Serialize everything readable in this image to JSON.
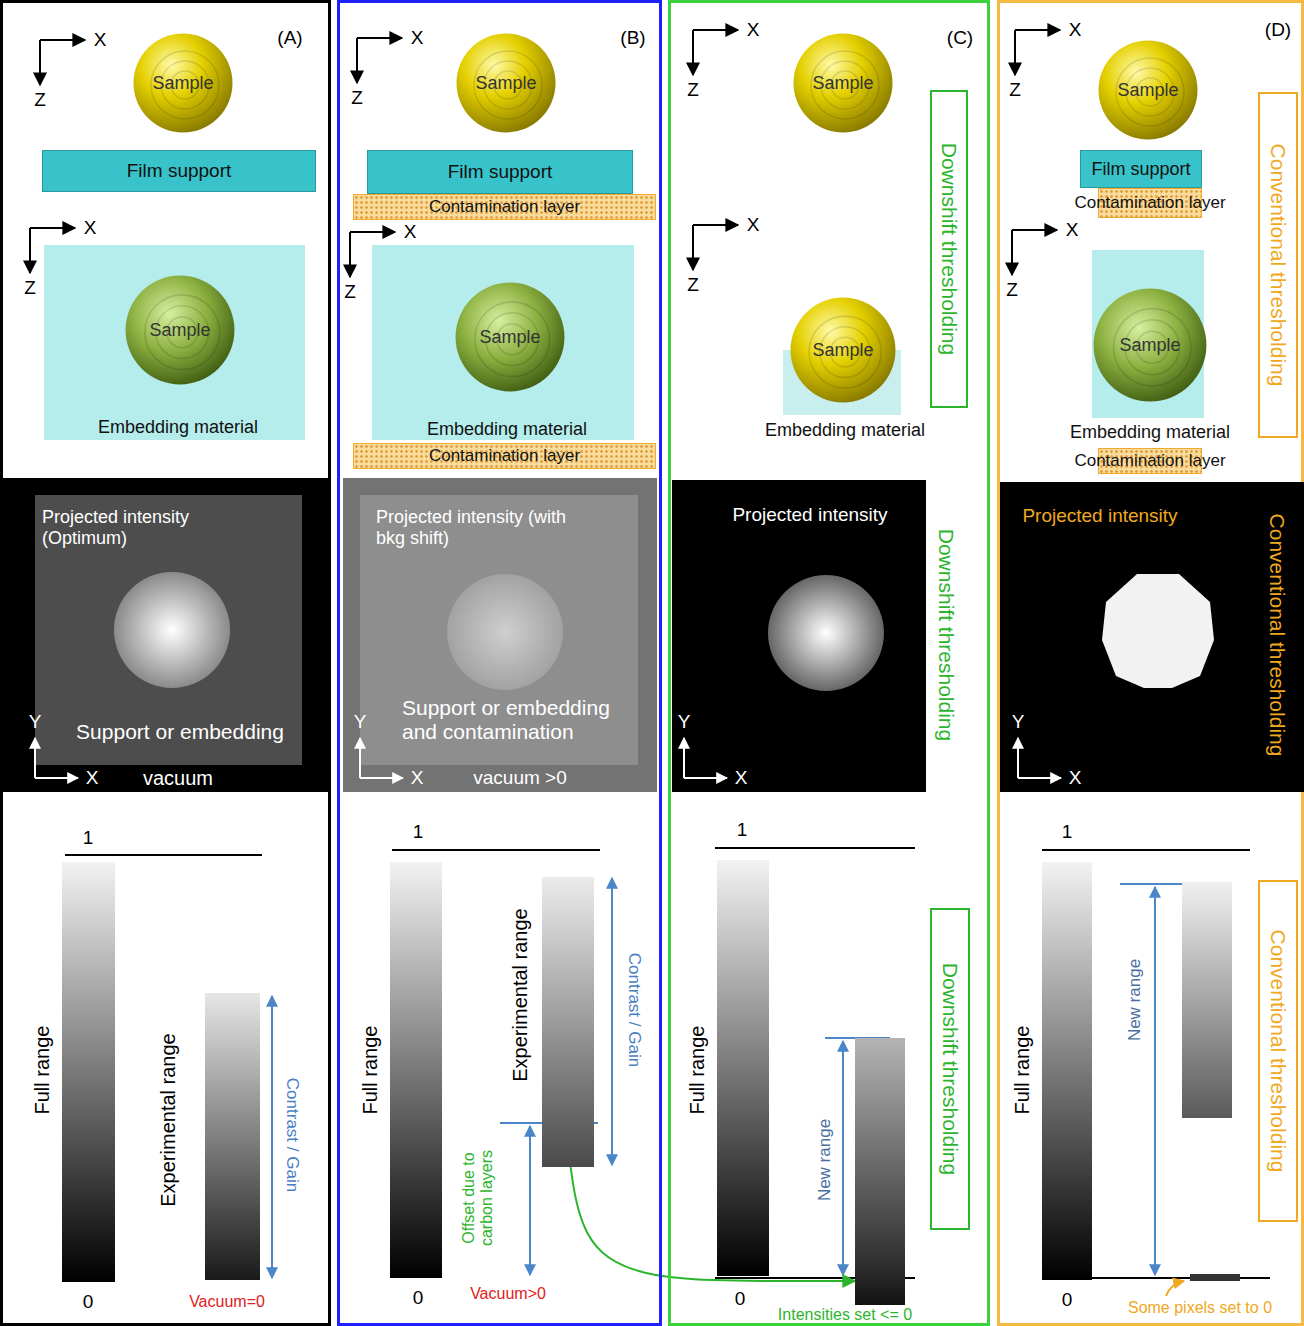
{
  "diagram": {
    "nodes": [
      {
        "text": [
          "(A)"
        ]
      },
      {
        "text": [
          "Sample"
        ],
        "in": 0
      },
      {
        "text": [
          "Film support"
        ],
        "in": 0
      },
      {
        "text": [
          "Embedding material"
        ],
        "in": 0
      },
      {
        "text": [
          "Sample"
        ],
        "in": 3
      },
      {
        "text": [
          "vacuum"
        ],
        "in": 0
      },
      {
        "text": [
          "Projected intensity (Optimum)",
          "Support or embedding"
        ],
        "in": 5
      },
      {
        "text": [
          "Full range"
        ],
        "in": 0
      },
      {
        "text": [
          "Experimental range"
        ],
        "in": 0
      },
      {
        "text": [
          "(B)"
        ]
      },
      {
        "text": [
          "Sample"
        ],
        "in": 9
      },
      {
        "text": [
          "Film support"
        ],
        "in": 9
      },
      {
        "text": [
          "Contamination layer"
        ],
        "in": 9
      },
      {
        "text": [
          "Embedding material"
        ],
        "in": 9
      },
      {
        "text": [
          "Sample"
        ],
        "in": 13
      },
      {
        "text": [
          "Contamination layer"
        ],
        "in": 9
      },
      {
        "text": [
          "vacuum >0"
        ],
        "in": 9
      },
      {
        "text": [
          "Projected intensity (with bkg shift)",
          "Support or embedding and contamination"
        ],
        "in": 16
      },
      {
        "text": [
          "Full range"
        ],
        "in": 9
      },
      {
        "text": [
          "Experimental range"
        ],
        "in": 9
      },
      {
        "text": [
          "(C)"
        ]
      },
      {
        "text": [
          "Sample"
        ],
        "in": 20
      },
      {
        "text": [
          "Downshift thresholding"
        ],
        "in": 20
      },
      {
        "text": [
          "Embedding material"
        ],
        "in": 20
      },
      {
        "text": [
          "Sample"
        ],
        "in": 20
      },
      {
        "text": [
          "Projected intensity"
        ],
        "in": 20
      },
      {
        "text": [
          "Full range"
        ],
        "in": 20
      },
      {
        "text": [
          "New range"
        ],
        "in": 20
      },
      {
        "text": [
          "Downshift thresholding"
        ],
        "in": 20
      },
      {
        "text": [
          "(D)"
        ]
      },
      {
        "text": [
          "Sample"
        ],
        "in": 29
      },
      {
        "text": [
          "Film support"
        ],
        "in": 29
      },
      {
        "text": [
          "Contamination layer"
        ],
        "in": 29
      },
      {
        "text": [
          "Conventional thresholding"
        ],
        "in": 29
      },
      {
        "text": [
          "Embedding material"
        ],
        "in": 29
      },
      {
        "text": [
          "Sample"
        ],
        "in": 34
      },
      {
        "text": [
          "Contamination layer"
        ],
        "in": 29
      },
      {
        "text": [
          "Projected intensity"
        ],
        "in": 29
      },
      {
        "text": [
          "Full range"
        ],
        "in": 29
      },
      {
        "text": [
          "New range"
        ],
        "in": 29
      },
      {
        "text": [
          "Conventional thresholding"
        ],
        "in": 29
      }
    ],
    "edges": [
      {
        "from": 19,
        "to": 27,
        "arrow": "to"
      }
    ],
    "labels": [
      "X",
      "Z",
      "X",
      "Z",
      "Y",
      "X",
      "1",
      "0",
      "Vacuum=0",
      "Contrast / Gain",
      "X",
      "Z",
      "X",
      "Z",
      "Y",
      "X",
      "1",
      "0",
      "Vacuum>0",
      "Contrast / Gain",
      "Offset due to carbon layers",
      "X",
      "Z",
      "X",
      "Z",
      "Downshift thresholding",
      "Y",
      "X",
      "1",
      "0",
      "Intensities set <= 0",
      "X",
      "Z",
      "X",
      "Z",
      "Conventional thresholding",
      "Y",
      "X",
      "1",
      "0",
      "Some pixels set to 0"
    ]
  }
}
